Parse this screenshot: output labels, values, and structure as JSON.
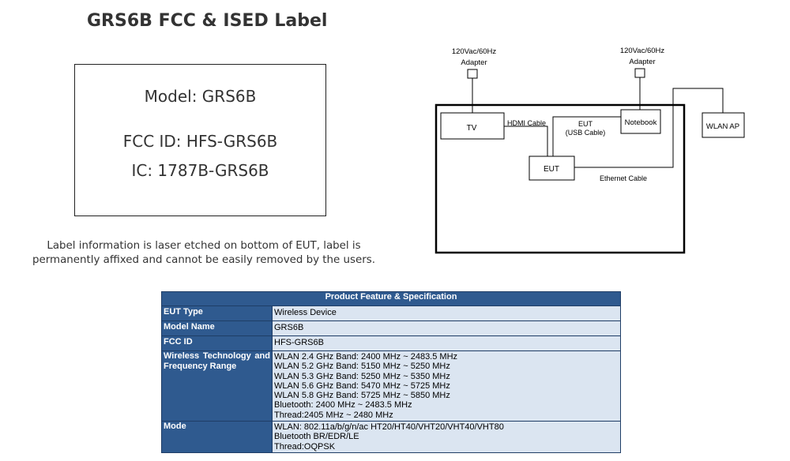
{
  "title": "GRS6B FCC & ISED Label",
  "label": {
    "model": "Model: GRS6B",
    "fcc_id": "FCC ID: HFS-GRS6B",
    "ic": "IC: 1787B-GRS6B"
  },
  "note": "Label information is laser etched on bottom of EUT, label is permanently affixed and cannot be easily removed by the users.",
  "diagram": {
    "adapter1": [
      "120Vac/60Hz",
      "Adapter"
    ],
    "adapter2": [
      "120Vac/60Hz",
      "Adapter"
    ],
    "tv": "TV",
    "hdmi": "HDMI Cable",
    "eut_usb": [
      "EUT",
      "(USB Cable)"
    ],
    "notebook": "Notebook",
    "wlan_ap": "WLAN AP",
    "eut": "EUT",
    "ethernet": "Ethernet Cable"
  },
  "table": {
    "header": "Product Feature & Specification",
    "rows": [
      {
        "key": "EUT Type",
        "values": [
          "Wireless Device"
        ]
      },
      {
        "key": "Model Name",
        "values": [
          "GRS6B"
        ]
      },
      {
        "key": "FCC ID",
        "values": [
          "HFS-GRS6B"
        ]
      },
      {
        "key": "Wireless Technology and Frequency Range",
        "values": [
          "WLAN 2.4 GHz Band: 2400 MHz ~ 2483.5 MHz",
          "WLAN 5.2 GHz Band: 5150 MHz ~ 5250 MHz",
          "WLAN 5.3 GHz Band: 5250 MHz ~ 5350 MHz",
          "WLAN 5.6 GHz Band: 5470 MHz ~ 5725 MHz",
          "WLAN 5.8 GHz Band: 5725 MHz ~ 5850 MHz",
          "Bluetooth: 2400 MHz ~ 2483.5 MHz",
          "Thread:2405 MHz ~ 2480 MHz"
        ]
      },
      {
        "key": "Mode",
        "values": [
          "WLAN: 802.11a/b/g/n/ac HT20/HT40/VHT20/VHT40/VHT80",
          "Bluetooth BR/EDR/LE",
          "Thread:OQPSK"
        ]
      }
    ]
  }
}
